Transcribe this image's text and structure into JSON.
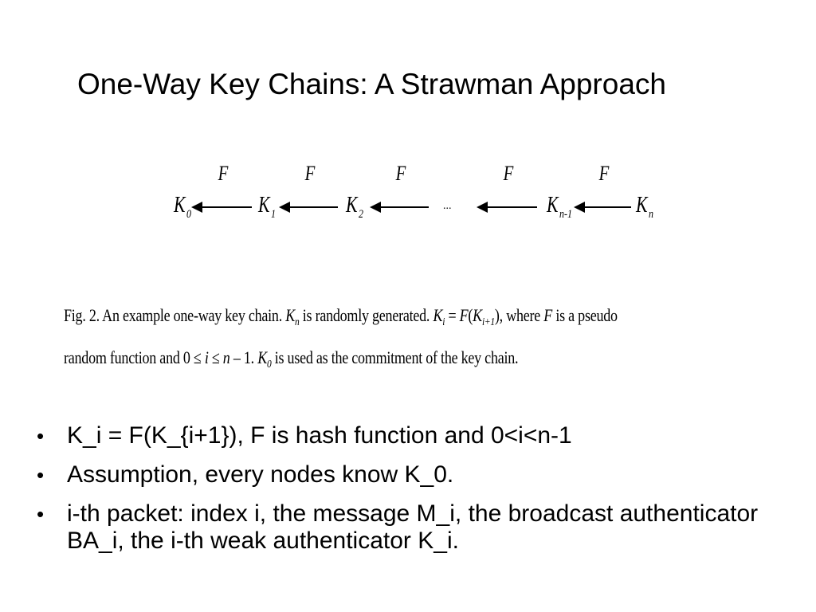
{
  "slide": {
    "title": "One-Way Key Chains: A Strawman Approach"
  },
  "diagram": {
    "keys": [
      {
        "base": "K",
        "sub": "0"
      },
      {
        "base": "K",
        "sub": "1"
      },
      {
        "base": "K",
        "sub": "2"
      },
      {
        "base": "...",
        "sub": ""
      },
      {
        "base": "K",
        "sub": "n-1"
      },
      {
        "base": "K",
        "sub": "n"
      }
    ],
    "arrow_label": "F"
  },
  "caption": {
    "line1_a": "Fig. 2.  An example one-way key chain. ",
    "line1_kn_base": "K",
    "line1_kn_sub": "n",
    "line1_b": " is randomly generated. ",
    "line1_ki_base": "K",
    "line1_ki_sub": "i",
    "line1_c": " = ",
    "line1_f1": "F",
    "line1_d": "(",
    "line1_ki1_base": "K",
    "line1_ki1_sub": "i+1",
    "line1_e": "), where ",
    "line1_f2": "F",
    "line1_g": " is a pseudo",
    "line2_a": "random function and 0 ≤ ",
    "line2_i": "i",
    "line2_b": " ≤ ",
    "line2_n": "n",
    "line2_c": " – 1. ",
    "line2_k0_base": "K",
    "line2_k0_sub": "0",
    "line2_d": " is used as the commitment of the key chain."
  },
  "bullets": [
    "K_i = F(K_{i+1}), F is hash function and  0<i<n-1",
    "Assumption, every nodes know K_0.",
    "i-th packet: index i, the message M_i, the broadcast authenticator BA_i, the i-th weak authenticator K_i."
  ],
  "bullet_symbol": "•"
}
